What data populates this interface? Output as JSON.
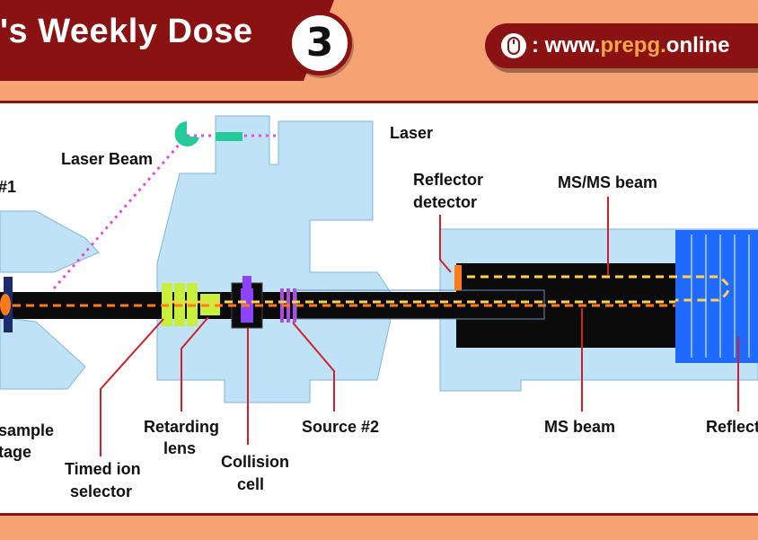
{
  "banner": {
    "title": "'s Weekly Dose",
    "dose_number": "3",
    "url_prefix": ": www.",
    "url_accent": "prepg.",
    "url_suffix": "online"
  },
  "diagram": {
    "labels": {
      "laser": "Laser",
      "laser_beam": "Laser Beam",
      "source1_partial": "#1",
      "reflector_detector_line1": "Reflector",
      "reflector_detector_line2": "detector",
      "msms_beam": "MS/MS beam",
      "sample_stage_line1": "sample",
      "sample_stage_line2": "tage",
      "retarding_lens_line1": "Retarding",
      "retarding_lens_line2": "lens",
      "timed_ion_selector_line1": "Timed ion",
      "timed_ion_selector_line2": "selector",
      "collision_cell_line1": "Collision",
      "collision_cell_line2": "cell",
      "source2": "Source #2",
      "ms_beam": "MS beam",
      "reflector_partial": "Reflecto"
    }
  },
  "colors": {
    "banner_red": "#8a1212",
    "page_orange": "#f7a273",
    "chamber_blue": "#bfe2f6",
    "beam_orange": "#ff7a1a",
    "msms_yellow": "#ffd24a",
    "laser_magenta": "#e54ae0",
    "reflector_blue": "#1f6bff",
    "pointer_red": "#d0202a"
  }
}
